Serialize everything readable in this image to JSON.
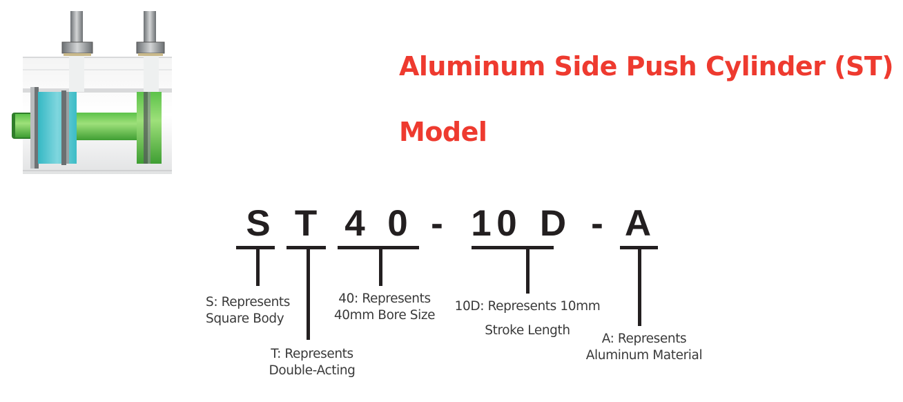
{
  "title": {
    "line1": "Aluminum Side Push Cylinder (ST)",
    "line2": "Model",
    "color": "#ee3a2f"
  },
  "product_image": {
    "description": "Side push cylinder with two hose fittings, cyan front cap, green piston rod",
    "icon": "cylinder-illustration"
  },
  "model_code": {
    "characters": [
      "S",
      "T",
      "4",
      "0",
      "-",
      "1",
      "0",
      "D",
      "-",
      "A"
    ],
    "full": "ST40-10D-A"
  },
  "segments": [
    {
      "code": "S",
      "line1": "S: Represents",
      "line2": "Square Body"
    },
    {
      "code": "T",
      "line1": "T: Represents",
      "line2": "Double-Acting"
    },
    {
      "code": "40",
      "line1": "40: Represents",
      "line2": "40mm Bore Size"
    },
    {
      "code": "10D",
      "line1": "10D: Represents 10mm",
      "line2": "Stroke Length"
    },
    {
      "code": "A",
      "line1": "A: Represents",
      "line2": "Aluminum Material"
    }
  ]
}
